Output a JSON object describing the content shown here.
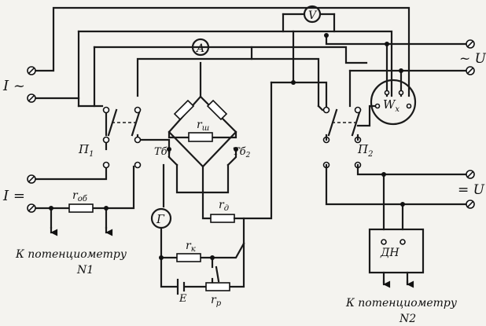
{
  "terminals": {
    "ac_current": "I ~",
    "dc_current": "I =",
    "ac_voltage": "~ U",
    "dc_voltage": "= U"
  },
  "instruments": {
    "ammeter": "A",
    "voltmeter": "V",
    "wattmeter_main": "W",
    "wattmeter_sub": "x",
    "galvanometer": "Г",
    "battery": "E"
  },
  "switches": {
    "p1_main": "П",
    "p1_sub": "1",
    "p2_main": "П",
    "p2_sub": "2"
  },
  "bridge_terminals": {
    "tb1_main": "Тб",
    "tb1_sub": "1",
    "tb2_main": "Тб",
    "tb2_sub": "2"
  },
  "resistors": {
    "shunt_main": "r",
    "shunt_sub": "ш",
    "rd_main": "r",
    "rd_sub": "д",
    "rob_main": "r",
    "rob_sub": "об",
    "rk_main": "r",
    "rk_sub": "к",
    "rp_main": "r",
    "rp_sub": "р"
  },
  "divider": "ДН",
  "potentiometer1": {
    "line1": "К потенциометру",
    "line2": "N1"
  },
  "potentiometer2": {
    "line1": "К потенциометру",
    "line2": "N2"
  }
}
